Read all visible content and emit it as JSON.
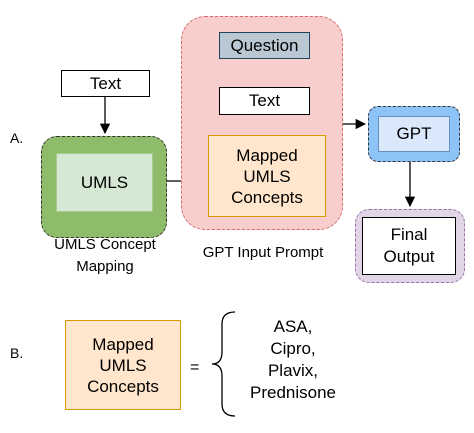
{
  "section_a_label": "A.",
  "section_b_label": "B.",
  "input_text": "Text",
  "umls_node": "UMLS",
  "umls_caption_line1": "UMLS Concept",
  "umls_caption_line2": "Mapping",
  "prompt": {
    "question": "Question",
    "text": "Text",
    "mapped_line1": "Mapped",
    "mapped_line2": "UMLS",
    "mapped_line3": "Concepts",
    "caption": "GPT Input Prompt"
  },
  "gpt_node": "GPT",
  "final_line1": "Final",
  "final_line2": "Output",
  "definition": {
    "mapped_line1": "Mapped",
    "mapped_line2": "UMLS",
    "mapped_line3": "Concepts",
    "equals": "=",
    "concepts": [
      "ASA,",
      "Cipro,",
      "Plavix,",
      "Prednisone"
    ]
  }
}
